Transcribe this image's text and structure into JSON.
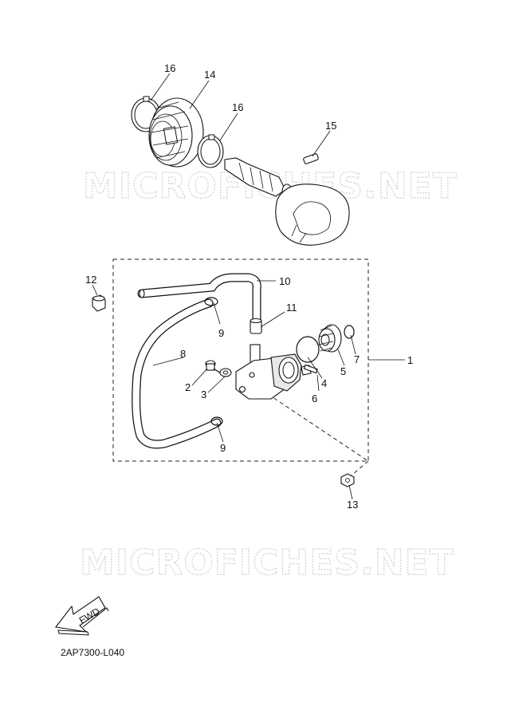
{
  "watermark": "MICROFICHES.NET",
  "callouts": {
    "c1": "1",
    "c2": "2",
    "c3": "3",
    "c4": "4",
    "c5": "5",
    "c6": "6",
    "c7": "7",
    "c8": "8",
    "c9a": "9",
    "c9b": "9",
    "c10": "10",
    "c11": "11",
    "c12": "12",
    "c13": "13",
    "c14": "14",
    "c15": "15",
    "c16a": "16",
    "c16b": "16"
  },
  "fwd_label": "FWD",
  "diagram_code": "2AP7300-L040"
}
